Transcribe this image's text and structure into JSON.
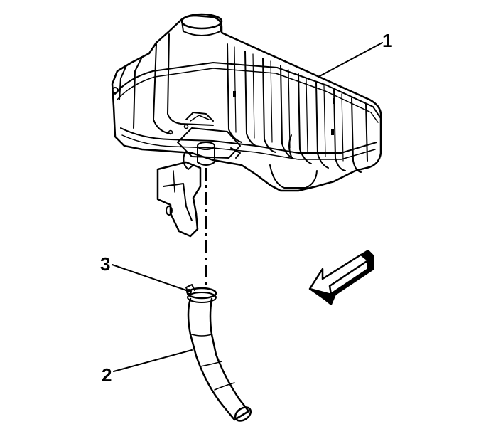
{
  "callouts": [
    {
      "id": "1",
      "text": "1"
    },
    {
      "id": "2",
      "text": "2"
    },
    {
      "id": "3",
      "text": "3"
    }
  ],
  "colors": {
    "line": "#000000",
    "background": "#ffffff"
  }
}
